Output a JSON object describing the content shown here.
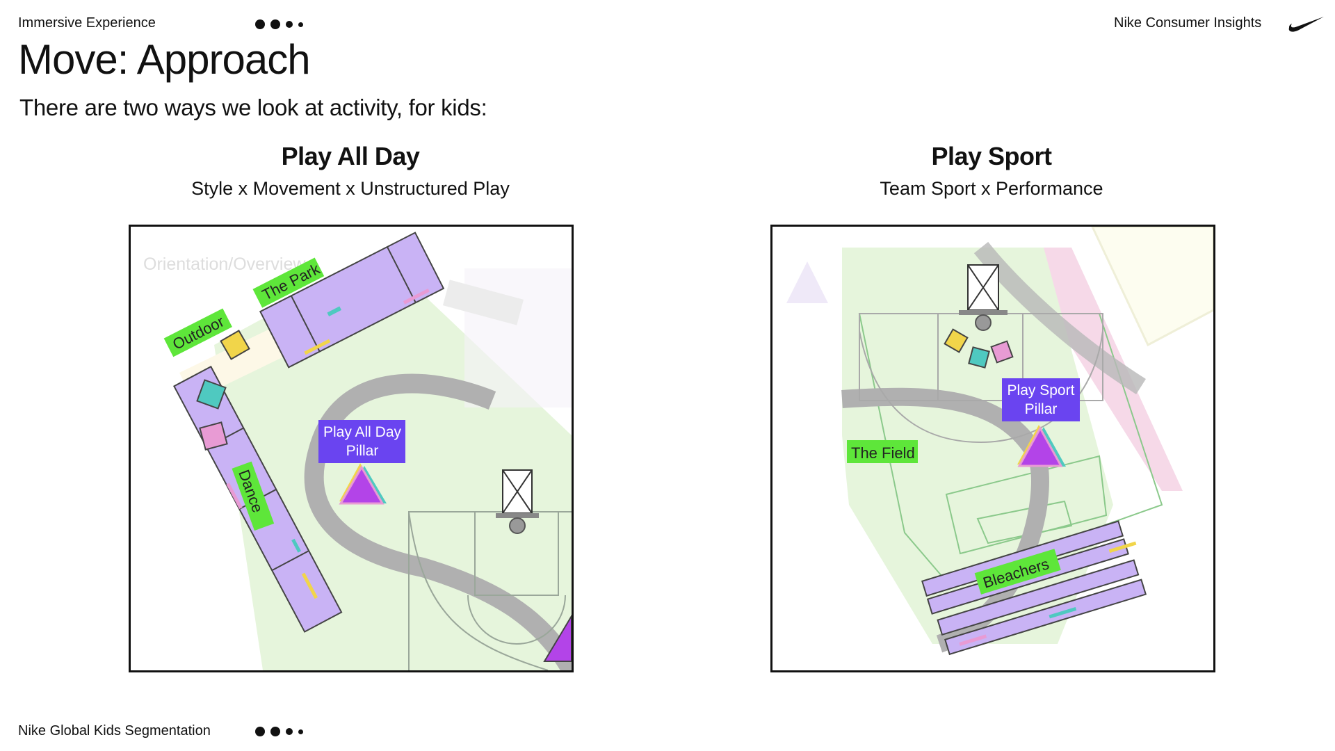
{
  "header": {
    "section": "Immersive Experience",
    "brand": "Nike Consumer Insights",
    "logo_icon": "nike-swoosh-icon"
  },
  "title": "Move: Approach",
  "subtitle": "There are two ways we look at activity, for kids:",
  "left": {
    "heading": "Play All Day",
    "subheading": "Style x Movement x Unstructured Play",
    "map": {
      "faded_label": "Orientation/Overview",
      "zones": [
        "The Park",
        "Outdoor",
        "Dance"
      ],
      "pillar": [
        "Play All Day",
        "Pillar"
      ]
    }
  },
  "right": {
    "heading": "Play Sport",
    "subheading": "Team Sport x Performance",
    "map": {
      "zones": [
        "The Field",
        "Bleachers"
      ],
      "pillar": [
        "Play Sport",
        "Pillar"
      ]
    }
  },
  "footer": {
    "text": "Nike Global Kids Segmentation"
  },
  "colors": {
    "zone_label": "#5ee63a",
    "pillar": "#6a44f0",
    "platform": "#c9b3f5",
    "ground": "#e6f5dc",
    "path": "#a9a9a9"
  }
}
